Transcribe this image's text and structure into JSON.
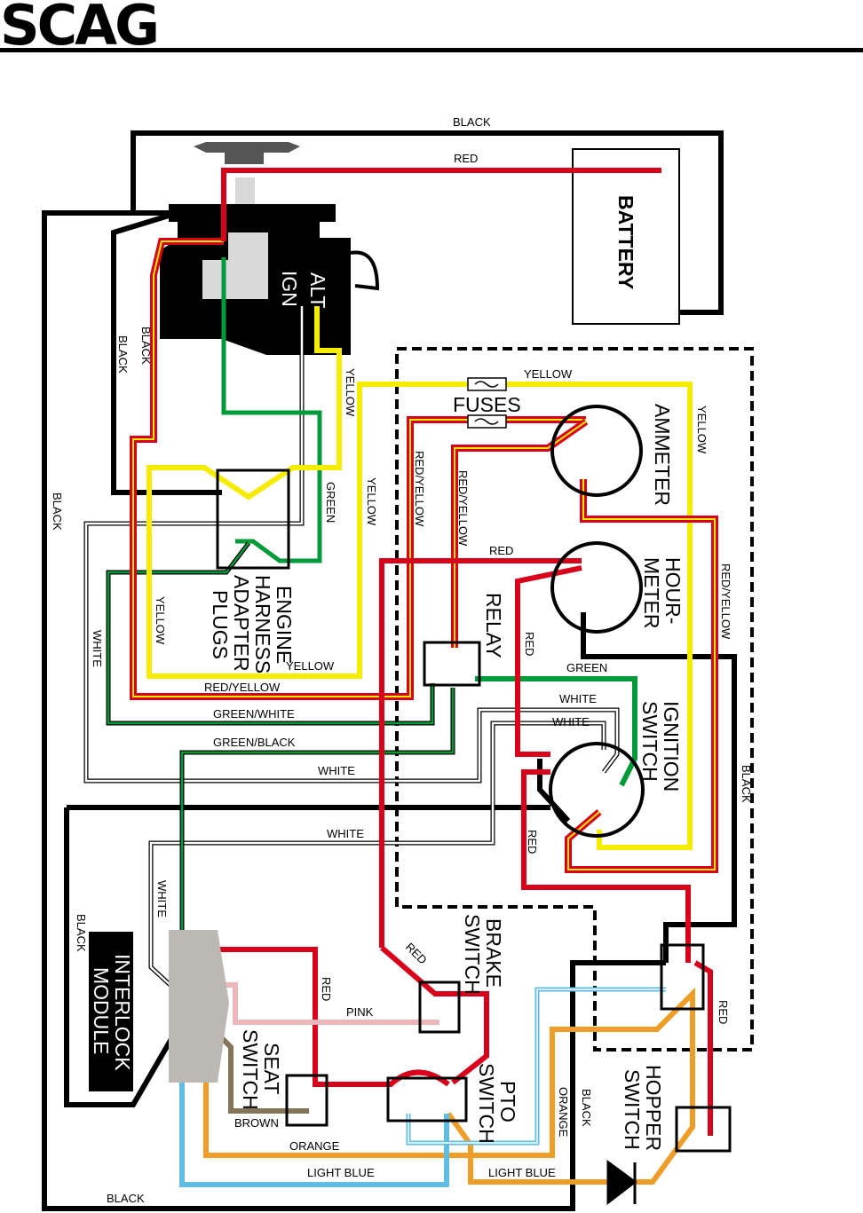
{
  "brand": "SCAG",
  "colors": {
    "red": "#d9001b",
    "yellow": "#f5ec00",
    "green": "#009a3a",
    "white": "#ffffff",
    "black": "#000000",
    "orange": "#ee9d26",
    "light_blue": "#5fbde3",
    "pink": "#edb6ba",
    "brown": "#857558",
    "gray": "#bcb8b4"
  },
  "components": {
    "battery": "BATTERY",
    "alt": "ALT",
    "ign": "IGN",
    "fuses": "FUSES",
    "ammeter": "AMMETER",
    "hour_meter_1": "HOUR-",
    "hour_meter_2": "METER",
    "relay": "RELAY",
    "ignition_1": "IGNITION",
    "ignition_2": "SWITCH",
    "engine_1": "ENGINE",
    "engine_2": "HARNESS",
    "engine_3": "ADAPTER",
    "engine_4": "PLUGS",
    "interlock_1": "INTERLOCK",
    "interlock_2": "MODULE",
    "brake_1": "BRAKE",
    "brake_2": "SWITCH",
    "seat_1": "SEAT",
    "seat_2": "SWITCH",
    "pto_1": "PTO",
    "pto_2": "SWITCH",
    "hopper_1": "HOPPER",
    "hopper_2": "SWITCH"
  },
  "wire_labels": {
    "black_top": "BLACK",
    "red_top": "RED",
    "black_v1": "BLACK",
    "black_v2": "BLACK",
    "black_left": "BLACK",
    "yellow_v1": "YELLOW",
    "green_v": "GREEN",
    "yellow_v2": "YELLOW",
    "yellow_fuse": "YELLOW",
    "yellow_right": "YELLOW",
    "redyellow_v1": "RED/YELLOW",
    "redyellow_v2": "RED/YELLOW",
    "redyellow_right": "RED/YELLOW",
    "yellow_loop": "YELLOW",
    "yellow_h": "YELLOW",
    "white_v": "WHITE",
    "red_relay": "RED",
    "red_v": "RED",
    "green_h": "GREEN",
    "white_h1": "WHITE",
    "white_h2": "WHITE",
    "redyellow_h": "RED/YELLOW",
    "greenwhite_h": "GREEN/WHITE",
    "greenblack_h": "GREEN/BLACK",
    "white_h3": "WHITE",
    "black_right": "BLACK",
    "white_h4": "WHITE",
    "red_v2": "RED",
    "white_v2": "WHITE",
    "black_interlock": "BLACK",
    "red_brake": "RED",
    "red_interlock": "RED",
    "pink": "PINK",
    "brown": "BROWN",
    "orange_h": "ORANGE",
    "orange_v": "ORANGE",
    "black_v3": "BLACK",
    "red_hopper": "RED",
    "lightblue_1": "LIGHT BLUE",
    "lightblue_2": "LIGHT BLUE",
    "black_bottom": "BLACK"
  }
}
